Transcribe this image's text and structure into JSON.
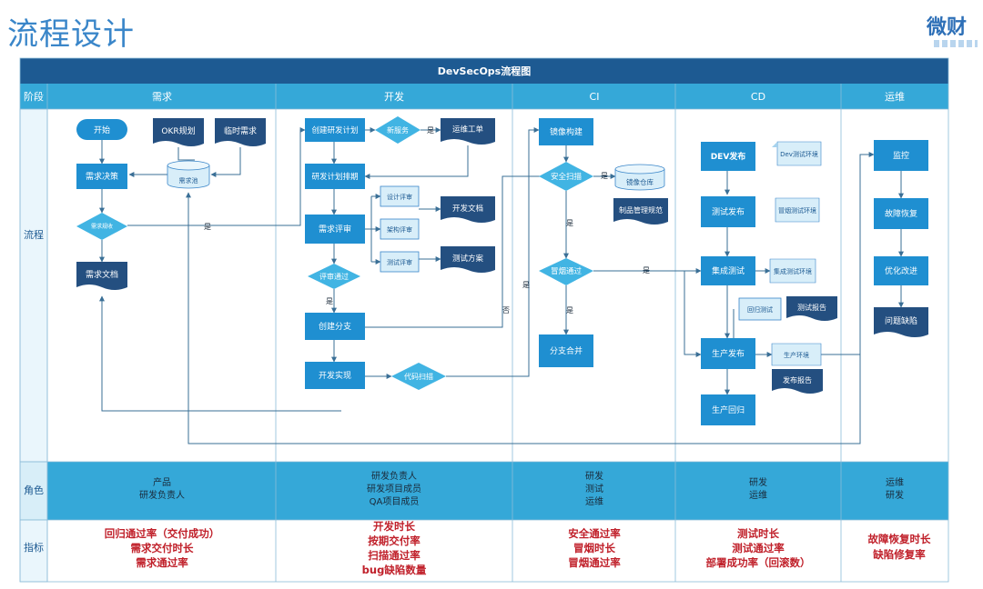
{
  "page": {
    "title": "流程设计",
    "logo": "微财"
  },
  "diagram_title": "DevSecOps流程图",
  "row_labels": {
    "stage": "阶段",
    "process": "流程",
    "role": "角色",
    "metrics": "指标"
  },
  "lanes": [
    "需求",
    "开发",
    "CI",
    "CD",
    "运维"
  ],
  "nodes": {
    "start": "开始",
    "okr": "OKR规划",
    "temp_req": "临时需求",
    "req_pool": "需求池",
    "req_decision": "需求决策",
    "req_review_gate": "需求规收",
    "req_doc": "需求文档",
    "dev_plan_create": "创建研发计划",
    "new_service": "新服务",
    "ops_ticket": "运维工单",
    "dev_plan_schedule": "研发计划排期",
    "design_review": "设计评审",
    "dev_doc": "开发文档",
    "req_review": "需求评审",
    "arch_review": "架构评审",
    "test_review": "测试评审",
    "test_plan": "测试方案",
    "review_pass": "评审通过",
    "create_branch": "创建分支",
    "dev_impl": "开发实现",
    "code_scan": "代码扫描",
    "image_build": "镜像构建",
    "security_scan": "安全扫描",
    "image_repo": "镜像仓库",
    "artifact_spec": "制品管理规范",
    "smoke_pass": "冒烟通过",
    "branch_merge": "分支合并",
    "dev_release": "DEV发布",
    "dev_env": "Dev测试环境",
    "test_release": "测试发布",
    "smoke_env": "冒烟测试环境",
    "integration_test": "集成测试",
    "integration_env": "集成测试环境",
    "regression_test": "回归测试",
    "test_report": "测试报告",
    "prod_release": "生产发布",
    "prod_env": "生产环境",
    "release_report": "发布报告",
    "prod_regression": "生产回归",
    "monitor": "监控",
    "fault_recovery": "故障恢复",
    "optimize": "优化改进",
    "defect": "问题缺陷"
  },
  "edge_labels": {
    "yes": "是",
    "no": "否"
  },
  "roles": [
    [
      "产品",
      "研发负责人"
    ],
    [
      "研发负责人",
      "研发项目成员",
      "QA项目成员"
    ],
    [
      "研发",
      "测试",
      "运维"
    ],
    [
      "研发",
      "运维"
    ],
    [
      "运维",
      "研发"
    ]
  ],
  "metrics": [
    [
      "回归通过率（交付成功）",
      "需求交付时长",
      "需求通过率"
    ],
    [
      "开发时长",
      "按期交付率",
      "扫描通过率",
      "bug缺陷数量"
    ],
    [
      "安全通过率",
      "冒烟时长",
      "冒烟通过率"
    ],
    [
      "测试时长",
      "测试通过率",
      "部署成功率（回滚数）"
    ],
    [
      "故障恢复时长",
      "缺陷修复率"
    ]
  ],
  "colors": {
    "header_dark": "#1d5a92",
    "lane_header": "#35a8d8",
    "row_label_bg": "#eaf6fc",
    "box": "#1f8fd1",
    "diamond": "#41b4e3",
    "doc_dark": "#244f80",
    "db_light": "#d8eef9",
    "line": "#3a6f96",
    "metric": "#c0202a",
    "grid": "#8bbbd8"
  }
}
